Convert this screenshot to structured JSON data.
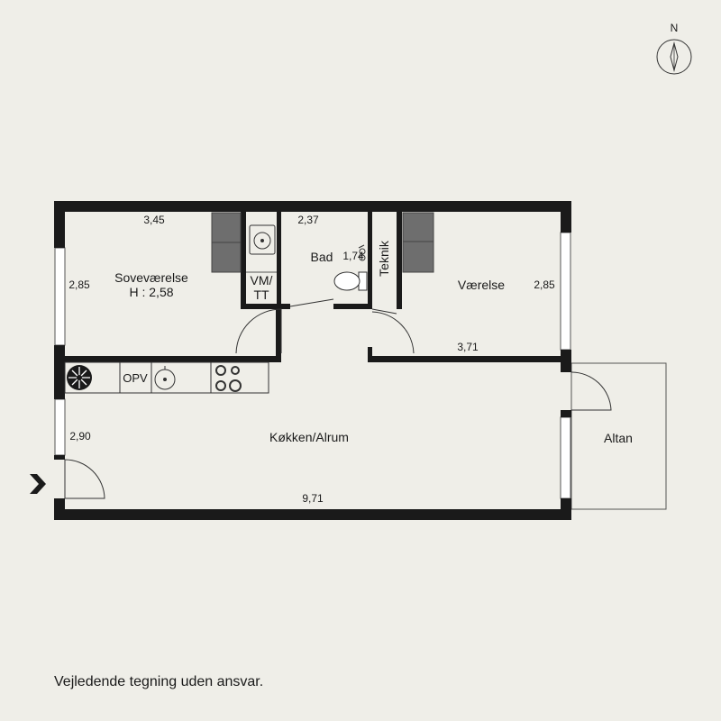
{
  "compass": {
    "north_label": "N"
  },
  "rooms": {
    "bedroom": {
      "name": "Soveværelse",
      "height": "H : 2,58"
    },
    "bathroom": {
      "name": "Bad"
    },
    "laundry": {
      "name_line1": "VM/",
      "name_line2": "TT"
    },
    "technical": {
      "name": "Teknik"
    },
    "room": {
      "name": "Værelse"
    },
    "kitchen": {
      "name": "Køkken/Alrum"
    },
    "balcony": {
      "name": "Altan"
    }
  },
  "appliances": {
    "opv_label": "OPV"
  },
  "dimensions": {
    "bedroom_width": "3,45",
    "bedroom_depth": "2,85",
    "bathroom_width": "2,37",
    "bathroom_depth": "1,74",
    "room_depth": "2,85",
    "room_width": "3,71",
    "kitchen_depth": "2,90",
    "total_width": "9,71"
  },
  "colors": {
    "wall": "#1a1a1a",
    "background": "#efeee8",
    "wardrobe": "#6e6e6e"
  },
  "footer": {
    "disclaimer": "Vejledende tegning uden ansvar."
  }
}
